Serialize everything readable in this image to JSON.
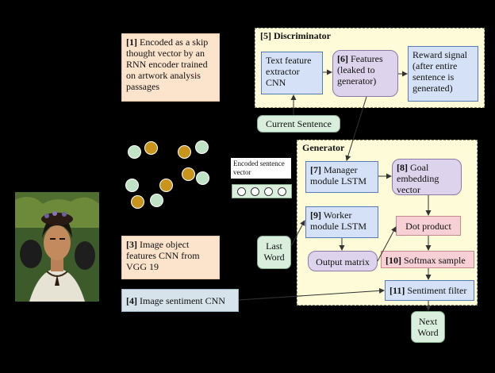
{
  "labels": {
    "b1_num": "[1]",
    "b1_text": "Encoded as a skip thought vector by an RNN encoder trained on artwork analysis passages",
    "b3_num": "[3]",
    "b3_text": "Image object features CNN from VGG 19",
    "b4_num": "[4]",
    "b4_text": "Image sentiment CNN",
    "encoded_vector": "Encoded sentence vector",
    "discriminator_title": "[5] Discriminator",
    "text_feature": "Text feature extractor CNN",
    "b6_num": "[6]",
    "b6_text": "Features (leaked to generator)",
    "reward": "Reward signal (after entire sentence is generated)",
    "current_sentence": "Current Sentence",
    "generator_title": "Generator",
    "b7_num": "[7]",
    "b7_text": "Manager module LSTM",
    "b8_num": "[8]",
    "b8_text": "Goal embedding vector",
    "b9_num": "[9]",
    "b9_text": "Worker module LSTM",
    "dot_product": "Dot product",
    "output_matrix": "Output matrix",
    "b10_num": "[10]",
    "b10_text": "Softmax sample",
    "b11_num": "[11]",
    "b11_text": "Sentiment filter",
    "last_word": "Last Word",
    "next_word": "Next Word"
  },
  "colors": {
    "feature_green": "#bfe3c4",
    "feature_orange": "#c8941c",
    "panel_bg": "#fdfbd8"
  }
}
